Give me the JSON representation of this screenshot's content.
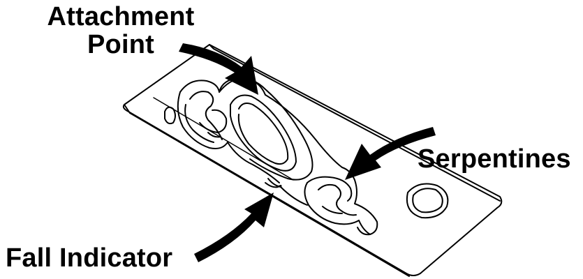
{
  "labels": {
    "attachment_line1": "Attachment",
    "attachment_line2": "Point",
    "serpentines": "Serpentines",
    "fall_indicator": "Fall Indicator"
  },
  "colors": {
    "line": "#000000",
    "background": "#ffffff"
  }
}
